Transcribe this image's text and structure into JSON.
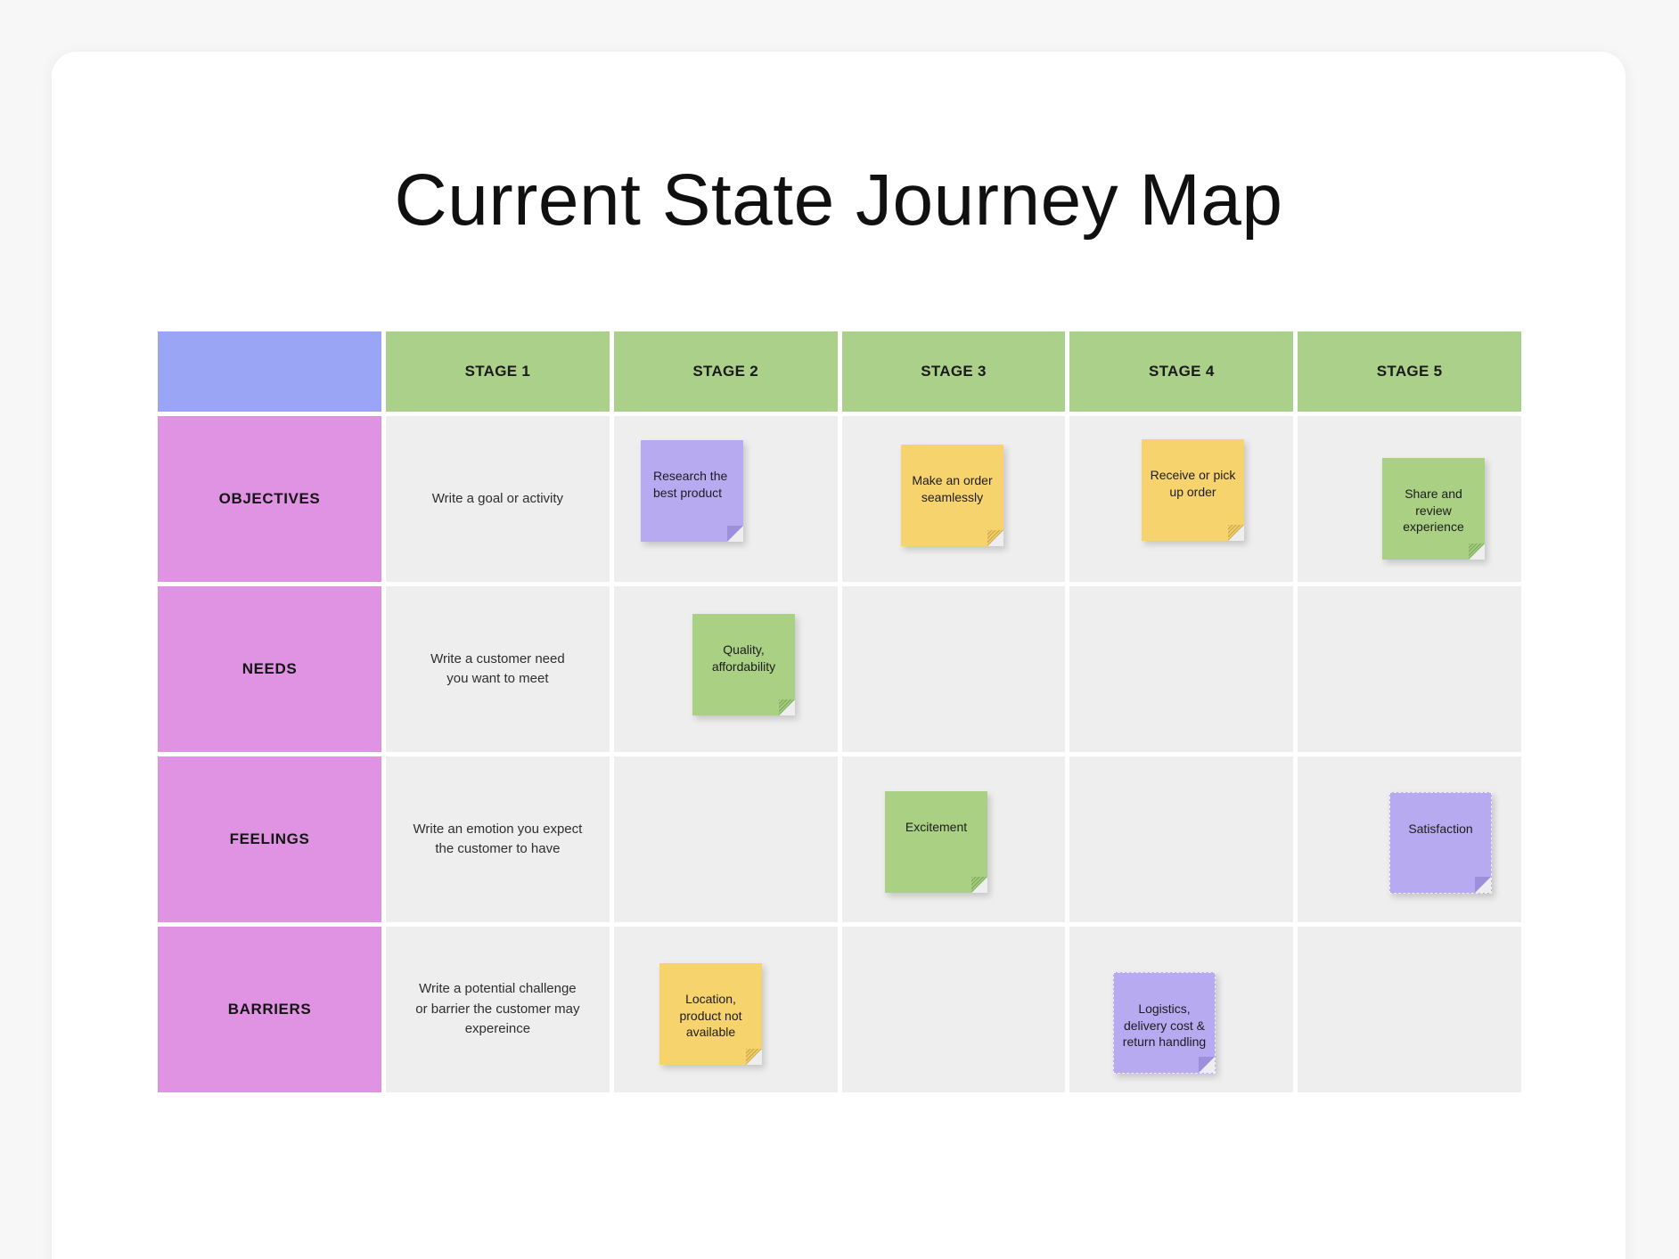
{
  "title": "Current State Journey Map",
  "table": {
    "stage_headers": [
      "STAGE 1",
      "STAGE 2",
      "STAGE 3",
      "STAGE 4",
      "STAGE 5"
    ],
    "row_headers": [
      "OBJECTIVES",
      "NEEDS",
      "FEELINGS",
      "BARRIERS"
    ],
    "instructions": {
      "objectives": "Write a goal or activity",
      "needs": "Write a customer need\nyou want to meet",
      "feelings": "Write an emotion you expect\nthe customer to have",
      "barriers": "Write a potential challenge\nor barrier the customer may\nexpereince"
    }
  },
  "sticky_notes": [
    {
      "row": "OBJECTIVES",
      "stage": "STAGE 2",
      "color": "purple",
      "text": "Research the\nbest product"
    },
    {
      "row": "OBJECTIVES",
      "stage": "STAGE 3",
      "color": "yellow",
      "text": "Make an order\nseamlessly"
    },
    {
      "row": "OBJECTIVES",
      "stage": "STAGE 4",
      "color": "yellow",
      "text": "Receive or pick\nup order"
    },
    {
      "row": "OBJECTIVES",
      "stage": "STAGE 5",
      "color": "green",
      "text": "Share and\nreview\nexperience"
    },
    {
      "row": "NEEDS",
      "stage": "STAGE 2",
      "color": "green",
      "text": "Quality,\naffordability"
    },
    {
      "row": "FEELINGS",
      "stage": "STAGE 3",
      "color": "green",
      "text": "Excitement"
    },
    {
      "row": "FEELINGS",
      "stage": "STAGE 5",
      "color": "purple",
      "text": "Satisfaction"
    },
    {
      "row": "BARRIERS",
      "stage": "STAGE 2",
      "color": "yellow",
      "text": "Location,\nproduct not\navailable"
    },
    {
      "row": "BARRIERS",
      "stage": "STAGE 4",
      "color": "purple",
      "text": "Logistics,\ndelivery cost &\nreturn handling"
    }
  ],
  "colors": {
    "corner_cell": "#9aa5f5",
    "stage_header": "#abd08a",
    "row_header": "#e093e3",
    "body_cell": "#efeeef",
    "note_yellow": "#f7d36e",
    "note_green": "#a9d083",
    "note_purple": "#b8aaf1",
    "card_background": "#ffffff",
    "page_background": "#f7f7f8"
  }
}
